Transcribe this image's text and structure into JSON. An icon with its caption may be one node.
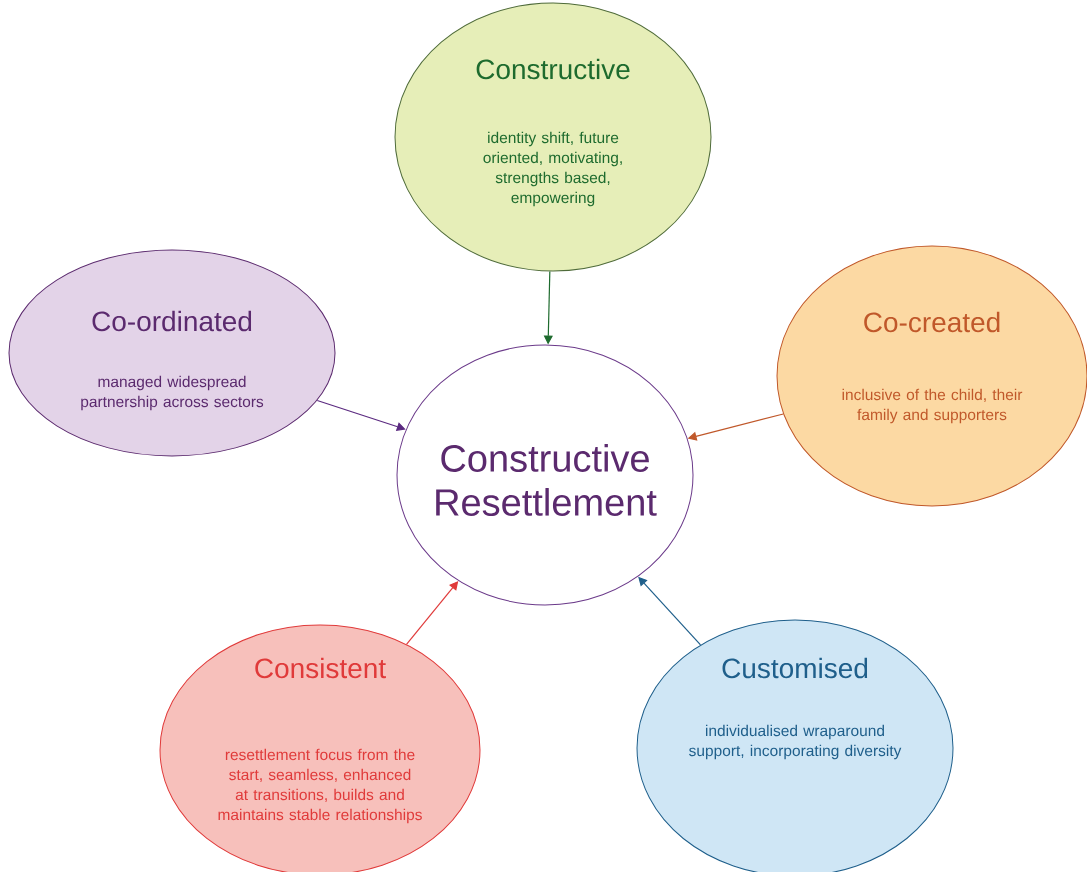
{
  "diagram": {
    "nodes": [
      {
        "text": [
          "Constructive Resettlement"
        ]
      },
      {
        "text": [
          "Constructive",
          "identity shift, future oriented, motivating, strengths based, empowering"
        ]
      },
      {
        "text": [
          "Co-ordinated",
          "managed widespread partnership across sectors"
        ]
      },
      {
        "text": [
          "Co-created",
          "inclusive of the child, their family and supporters"
        ]
      },
      {
        "text": [
          "Consistent",
          "resettlement focus from the start, seamless, enhanced at transitions, builds and maintains stable relationships"
        ]
      },
      {
        "text": [
          "Customised",
          "individualised wraparound support, incorporating diversity"
        ]
      }
    ],
    "edges": [
      {
        "from": 1,
        "to": 0,
        "arrow": "to",
        "color": "#1e6b2e"
      },
      {
        "from": 2,
        "to": 0,
        "arrow": "to",
        "color": "#5b2a80"
      },
      {
        "from": 3,
        "to": 0,
        "arrow": "to",
        "color": "#c0582a"
      },
      {
        "from": 4,
        "to": 0,
        "arrow": "to",
        "color": "#e03a3a"
      },
      {
        "from": 5,
        "to": 0,
        "arrow": "to",
        "color": "#1f5f8b"
      }
    ]
  }
}
